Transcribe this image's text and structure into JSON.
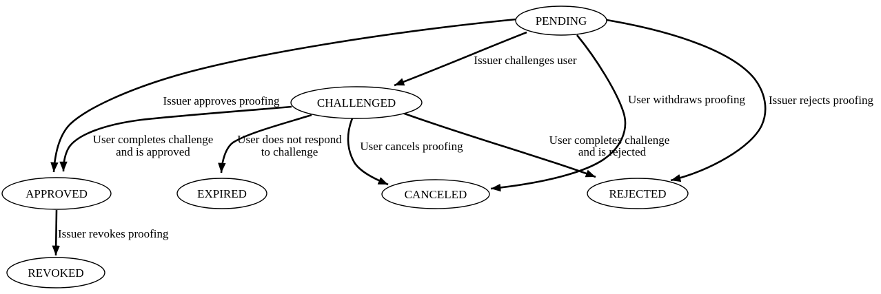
{
  "colors": {
    "background": "#ffffff",
    "node_fill": "#ffffff",
    "line": "#000000",
    "text": "#000000"
  },
  "nodes": [
    {
      "id": "PENDING",
      "label": "PENDING"
    },
    {
      "id": "CHALLENGED",
      "label": "CHALLENGED"
    },
    {
      "id": "APPROVED",
      "label": "APPROVED"
    },
    {
      "id": "EXPIRED",
      "label": "EXPIRED"
    },
    {
      "id": "CANCELED",
      "label": "CANCELED"
    },
    {
      "id": "REJECTED",
      "label": "REJECTED"
    },
    {
      "id": "REVOKED",
      "label": "REVOKED"
    }
  ],
  "edges": [
    {
      "from": "PENDING",
      "to": "CHALLENGED",
      "label": [
        "Issuer challenges user"
      ]
    },
    {
      "from": "PENDING",
      "to": "APPROVED",
      "label": [
        "Issuer approves proofing"
      ]
    },
    {
      "from": "CHALLENGED",
      "to": "APPROVED",
      "label": [
        "User completes challenge",
        "and is approved"
      ]
    },
    {
      "from": "CHALLENGED",
      "to": "EXPIRED",
      "label": [
        "User does not respond",
        "to challenge"
      ]
    },
    {
      "from": "CHALLENGED",
      "to": "CANCELED",
      "label": [
        "User cancels proofing"
      ]
    },
    {
      "from": "PENDING",
      "to": "CANCELED",
      "label": [
        "User withdraws proofing"
      ]
    },
    {
      "from": "CHALLENGED",
      "to": "REJECTED",
      "label": [
        "User completes challenge",
        "and is rejected"
      ]
    },
    {
      "from": "PENDING",
      "to": "REJECTED",
      "label": [
        "Issuer rejects proofing"
      ]
    },
    {
      "from": "APPROVED",
      "to": "REVOKED",
      "label": [
        "Issuer revokes proofing"
      ]
    }
  ]
}
